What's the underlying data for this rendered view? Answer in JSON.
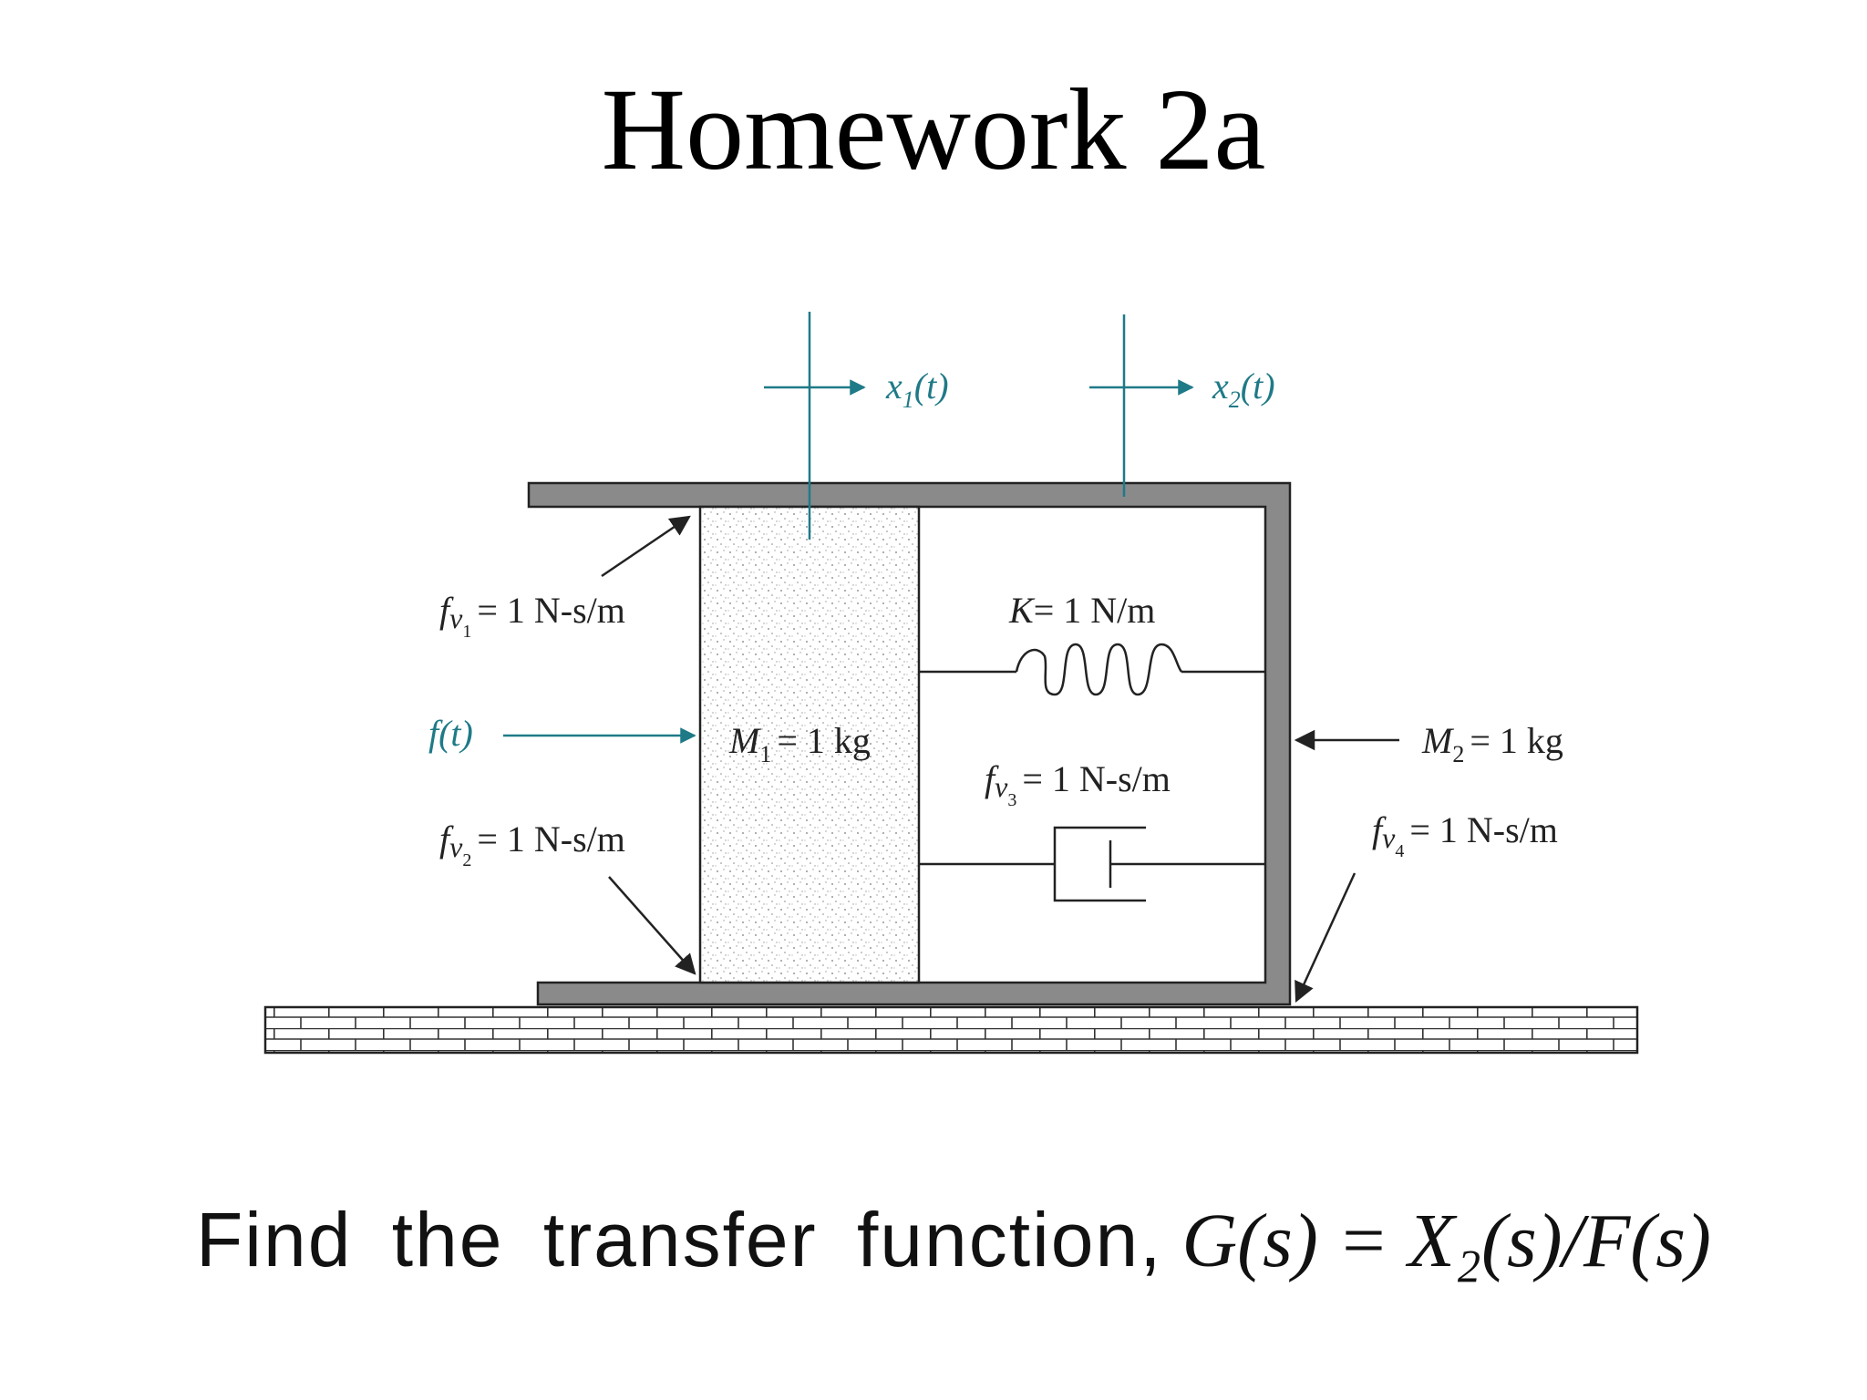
{
  "slide": {
    "title": "Homework 2a",
    "question_text": "Find the transfer function,",
    "question_math": "G(s) = X₂(s)/F(s)"
  },
  "diagram": {
    "labels": {
      "x1_base": "x",
      "x1_sub": "1",
      "x1_arg": "(t)",
      "x2_base": "x",
      "x2_sub": "2",
      "x2_arg": "(t)",
      "fv1_base": "f",
      "fv1_v": "v",
      "fv1_sub": "1",
      "fv1_value": "= 1 N-s/m",
      "fv2_base": "f",
      "fv2_v": "v",
      "fv2_sub": "2",
      "fv2_value": "= 1 N-s/m",
      "fv3_base": "f",
      "fv3_v": "v",
      "fv3_sub": "3",
      "fv3_value": "= 1 N-s/m",
      "fv4_base": "f",
      "fv4_v": "v",
      "fv4_sub": "4",
      "fv4_value": "= 1 N-s/m",
      "force": "f(t)",
      "m1_base": "M",
      "m1_sub": "1",
      "m1_value": "= 1 kg",
      "m2_base": "M",
      "m2_sub": "2",
      "m2_value": "= 1 kg",
      "k_base": "K",
      "k_value": "= 1 N/m"
    },
    "colors": {
      "frame": "#888888",
      "teal": "#1f7a87",
      "line": "#222222"
    }
  }
}
